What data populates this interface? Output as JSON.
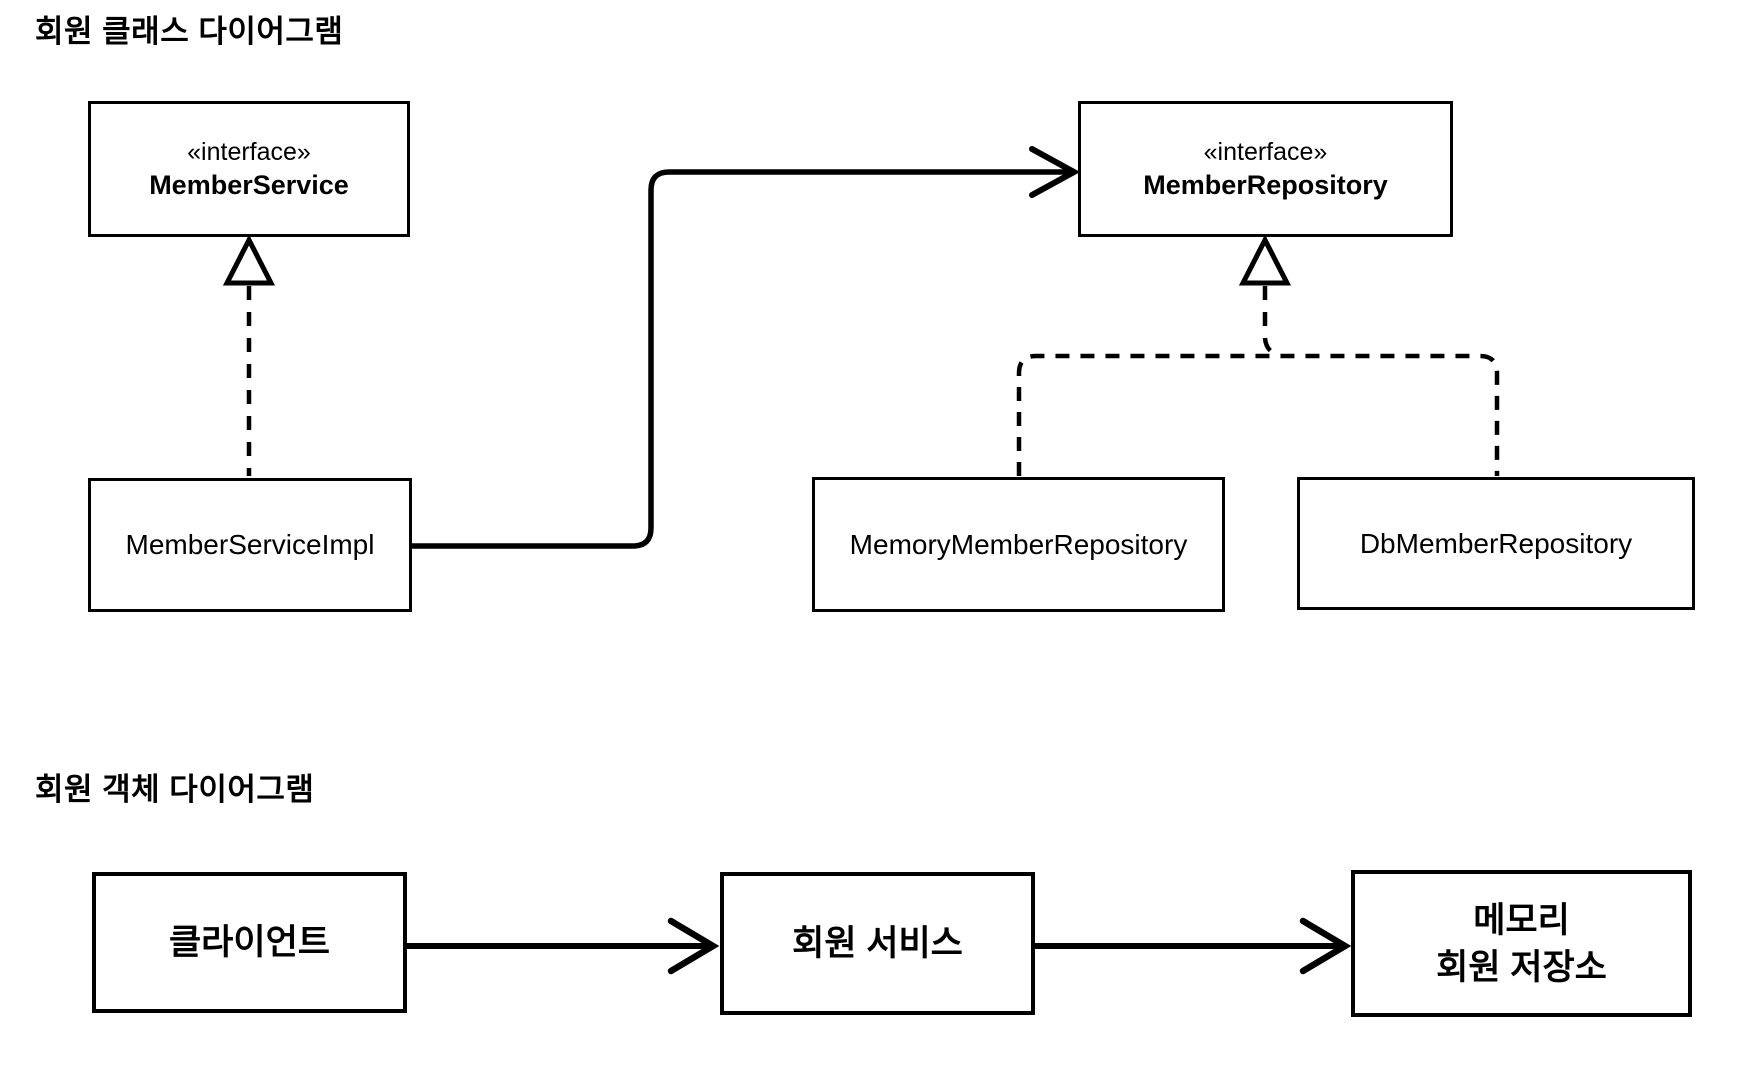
{
  "page": {
    "background": "#ffffff"
  },
  "colors": {
    "stroke": "#000000",
    "text": "#000000",
    "node_fill": "#ffffff"
  },
  "class_diagram": {
    "title": "회원 클래스 다이어그램",
    "nodes": [
      {
        "id": "member-service",
        "stereotype": "«interface»",
        "name": "MemberService"
      },
      {
        "id": "member-repository",
        "stereotype": "«interface»",
        "name": "MemberRepository"
      },
      {
        "id": "member-service-impl",
        "name": "MemberServiceImpl"
      },
      {
        "id": "memory-member-repository",
        "name": "MemoryMemberRepository"
      },
      {
        "id": "db-member-repository",
        "name": "DbMemberRepository"
      }
    ],
    "edges": [
      {
        "from": "MemberServiceImpl",
        "to": "MemberService",
        "type": "realization",
        "style": "dashed line with hollow triangle head"
      },
      {
        "from": "MemberServiceImpl",
        "to": "MemberRepository",
        "type": "dependency",
        "style": "solid orthogonal line with open arrow head"
      },
      {
        "from": "MemoryMemberRepository",
        "to": "MemberRepository",
        "type": "realization",
        "style": "dashed line with hollow triangle head"
      },
      {
        "from": "DbMemberRepository",
        "to": "MemberRepository",
        "type": "realization",
        "style": "dashed line with hollow triangle head"
      }
    ]
  },
  "object_diagram": {
    "title": "회원 객체 다이어그램",
    "nodes": [
      {
        "id": "client",
        "name": "클라이언트"
      },
      {
        "id": "member-service-object",
        "name": "회원 서비스"
      },
      {
        "id": "memory-member-store",
        "name_line1": "메모리",
        "name_line2": "회원 저장소"
      }
    ],
    "edges": [
      {
        "from": "클라이언트",
        "to": "회원 서비스",
        "type": "arrow",
        "style": "solid line with open arrow head"
      },
      {
        "from": "회원 서비스",
        "to": "메모리 회원 저장소",
        "type": "arrow",
        "style": "solid line with open arrow head"
      }
    ]
  }
}
